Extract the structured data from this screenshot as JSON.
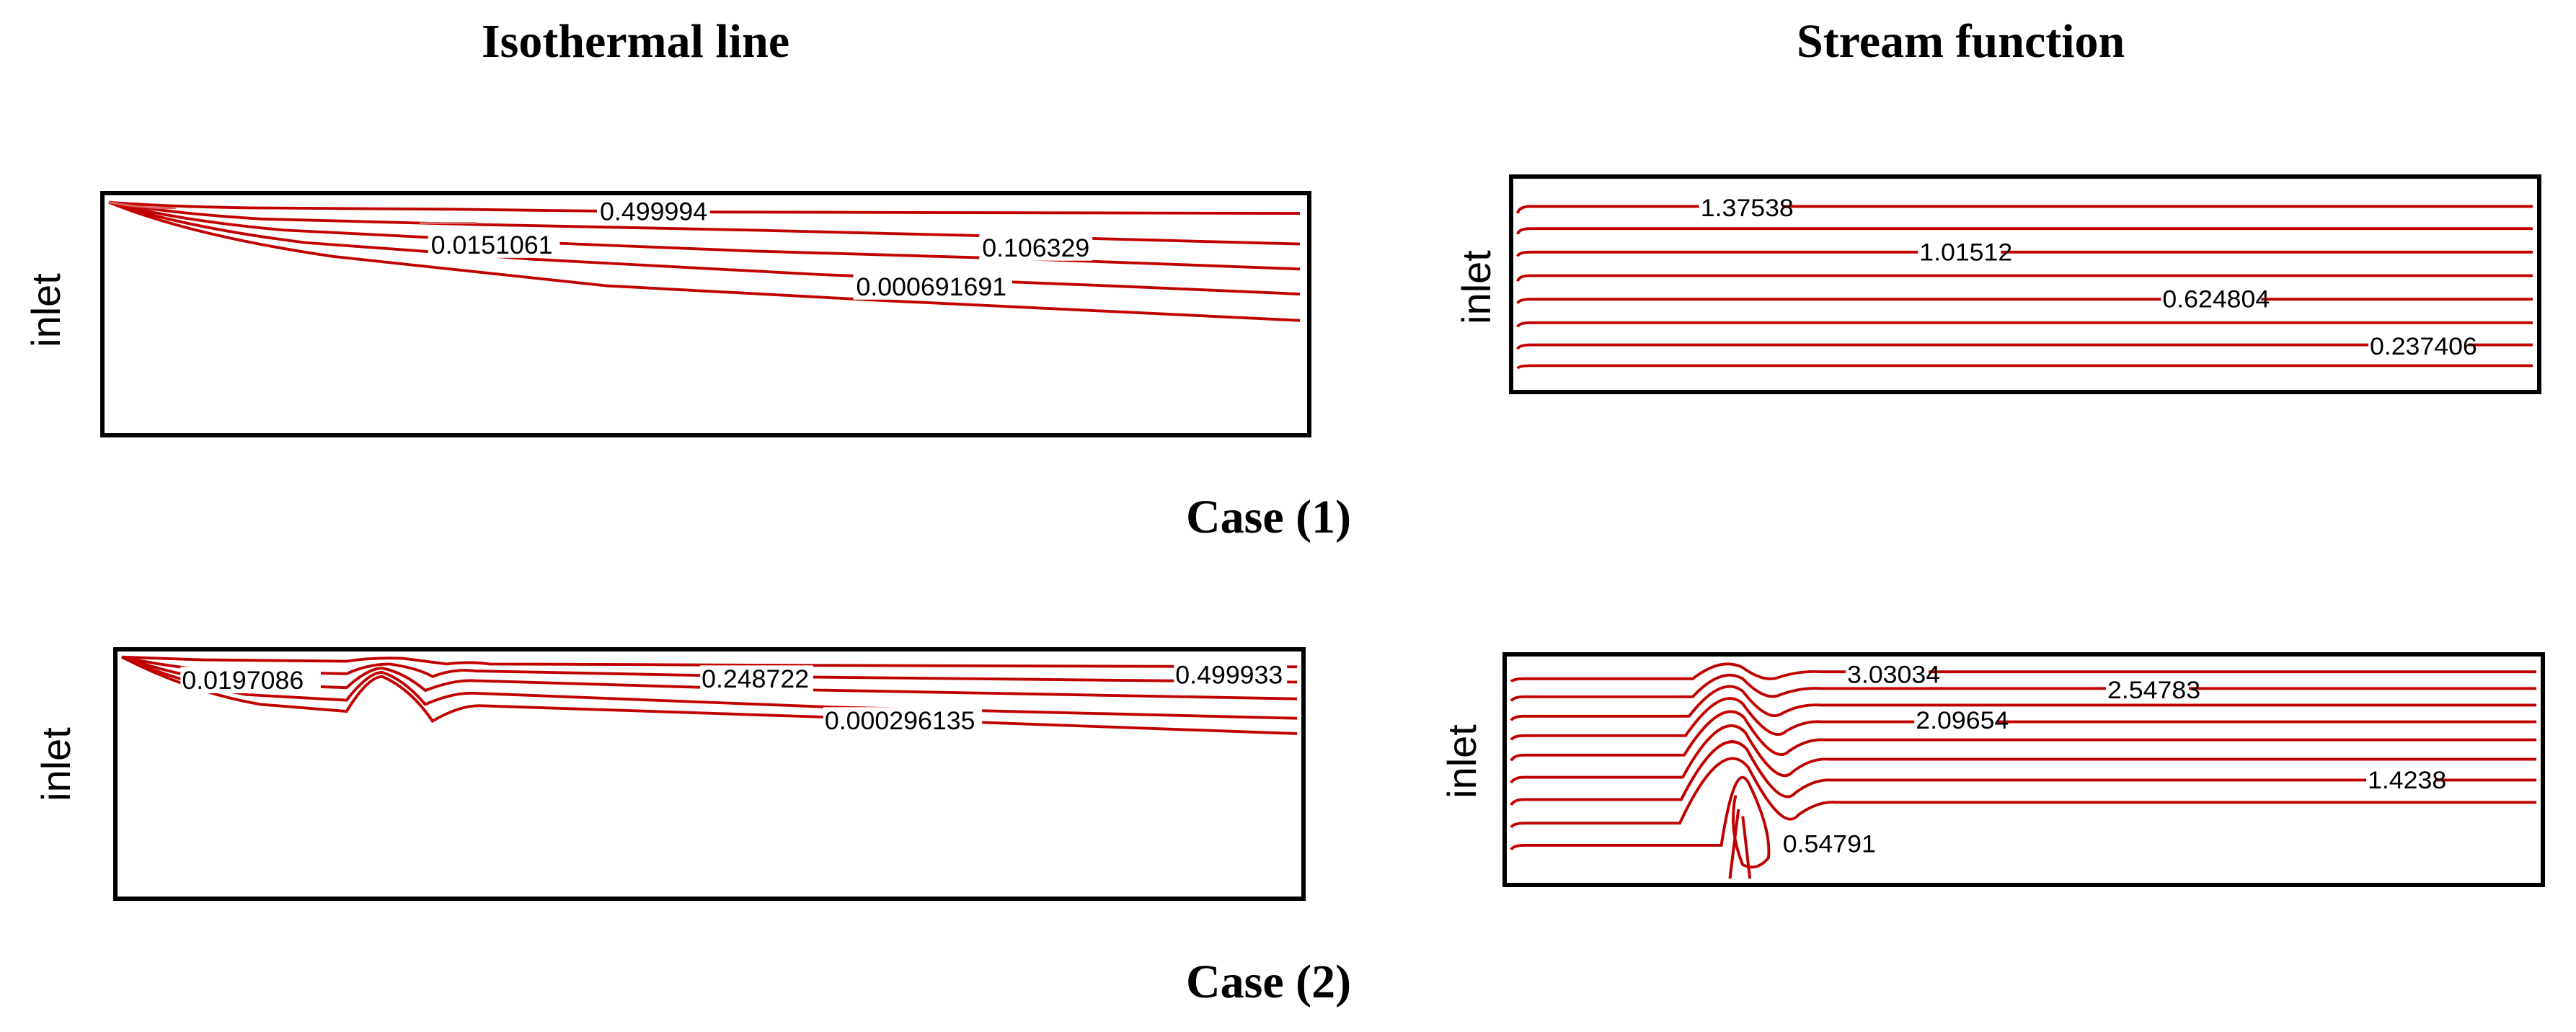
{
  "headings": {
    "isothermal": "Isothermal line",
    "stream": "Stream function",
    "case1": "Case (1)",
    "case2": "Case (2)"
  },
  "panels": [
    {
      "id": "iso-case1",
      "side_label": "inlet",
      "contour_labels": [
        "0.499994",
        "0.0151061",
        "0.106329",
        "0.000691691"
      ]
    },
    {
      "id": "stream-case1",
      "side_label": "inlet",
      "contour_labels": [
        "1.37538",
        "1.01512",
        "0.624804",
        "0.237406"
      ]
    },
    {
      "id": "iso-case2",
      "side_label": "inlet",
      "contour_labels": [
        "0.0197086",
        "0.248722",
        "0.499933",
        "0.000296135"
      ]
    },
    {
      "id": "stream-case2",
      "side_label": "inlet",
      "contour_labels": [
        "3.03034",
        "2.54783",
        "2.09654",
        "1.4238",
        "0.54791"
      ]
    }
  ],
  "colors": {
    "contour": "#c00000",
    "frame": "#000000"
  }
}
